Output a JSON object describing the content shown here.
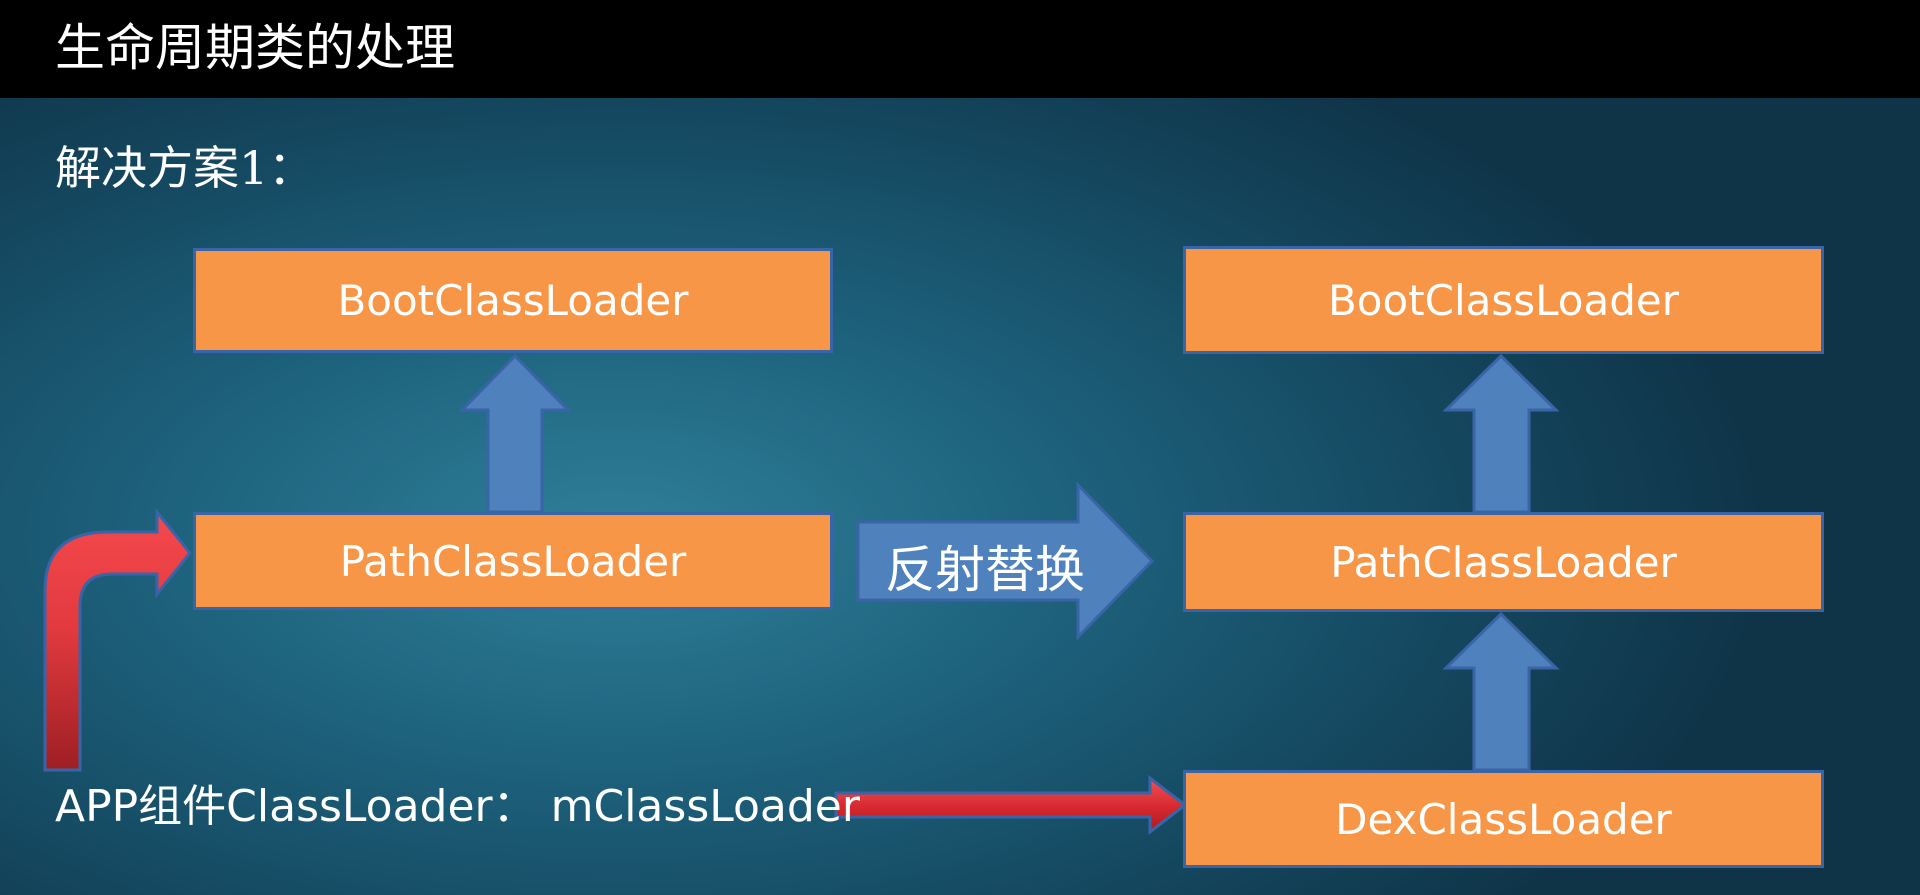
{
  "slide": {
    "title": "生命周期类的处理",
    "subtitle": "解决方案1："
  },
  "left_diagram": {
    "top_box": "BootClassLoader",
    "middle_box": "PathClassLoader"
  },
  "right_diagram": {
    "top_box": "BootClassLoader",
    "middle_box": "PathClassLoader",
    "bottom_box": "DexClassLoader"
  },
  "transition_arrow": {
    "label": "反射替换"
  },
  "app_component": {
    "label": "APP组件ClassLoader：  mClassLoader"
  },
  "colors": {
    "title_bar": "#000000",
    "box_fill": "#f79646",
    "box_border": "#3a64a8",
    "blue_arrow": "#4f81bd",
    "red_arrow": "#e8383d"
  }
}
